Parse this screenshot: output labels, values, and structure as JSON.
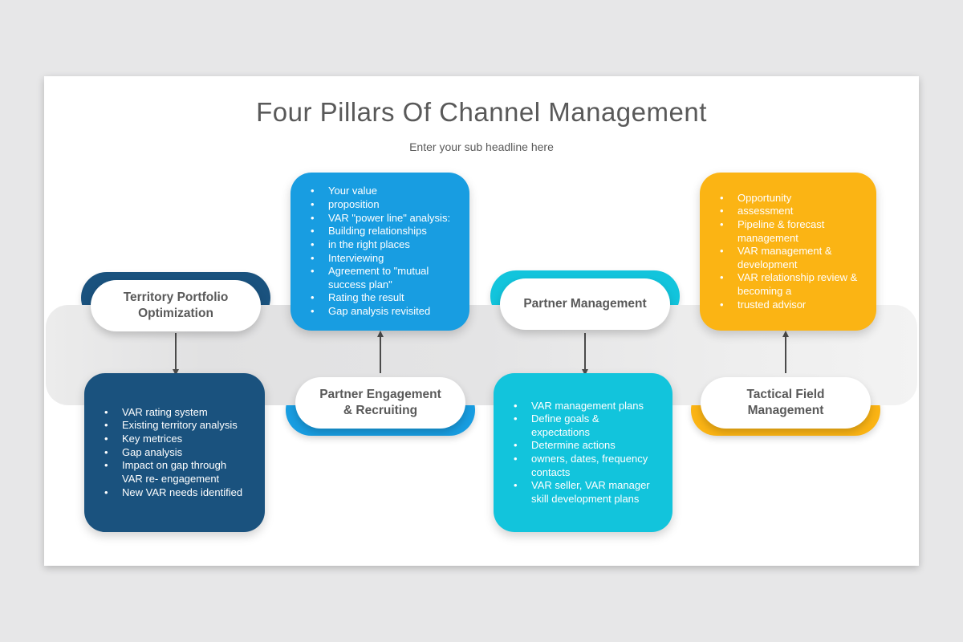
{
  "slide": {
    "title": "Four Pillars Of Channel Management",
    "subtitle": "Enter your sub headline here"
  },
  "colors": {
    "dark_blue": "#1A527E",
    "blue": "#189DE1",
    "cyan": "#12C4DC",
    "yellow": "#FBB414",
    "heading_gray": "#595959",
    "arrow_gray": "#4B4B4B",
    "band_gray": "#E4E4E5",
    "page_background": "#E7E7E8",
    "slide_background": "#FFFFFF"
  },
  "pillars": [
    {
      "label": "Territory Portfolio\nOptimization",
      "color": "#1A527E",
      "items": [
        "VAR rating system",
        "Existing territory analysis",
        "Key metrices",
        "Gap analysis",
        "Impact on gap through\nVAR re- engagement",
        "New VAR needs identified"
      ]
    },
    {
      "label": "Partner Engagement\n& Recruiting",
      "color": "#189DE1",
      "items": [
        "Your value",
        "proposition",
        "VAR \"power line\" analysis:",
        "Building relationships",
        "in the right places",
        "Interviewing",
        "Agreement to \"mutual\nsuccess plan\"",
        "Rating the result",
        "Gap analysis revisited"
      ]
    },
    {
      "label": "Partner Management",
      "color": "#12C4DC",
      "items": [
        "VAR management plans",
        "Define goals &\nexpectations",
        "Determine actions",
        "owners, dates, frequency\ncontacts",
        "VAR seller, VAR manager\nskill development plans"
      ]
    },
    {
      "label": "Tactical Field\nManagement",
      "color": "#FBB414",
      "items": [
        "Opportunity",
        "assessment",
        "Pipeline & forecast\nmanagement",
        "VAR management &\ndevelopment",
        "VAR relationship review &\nbecoming a",
        "trusted advisor"
      ]
    }
  ]
}
